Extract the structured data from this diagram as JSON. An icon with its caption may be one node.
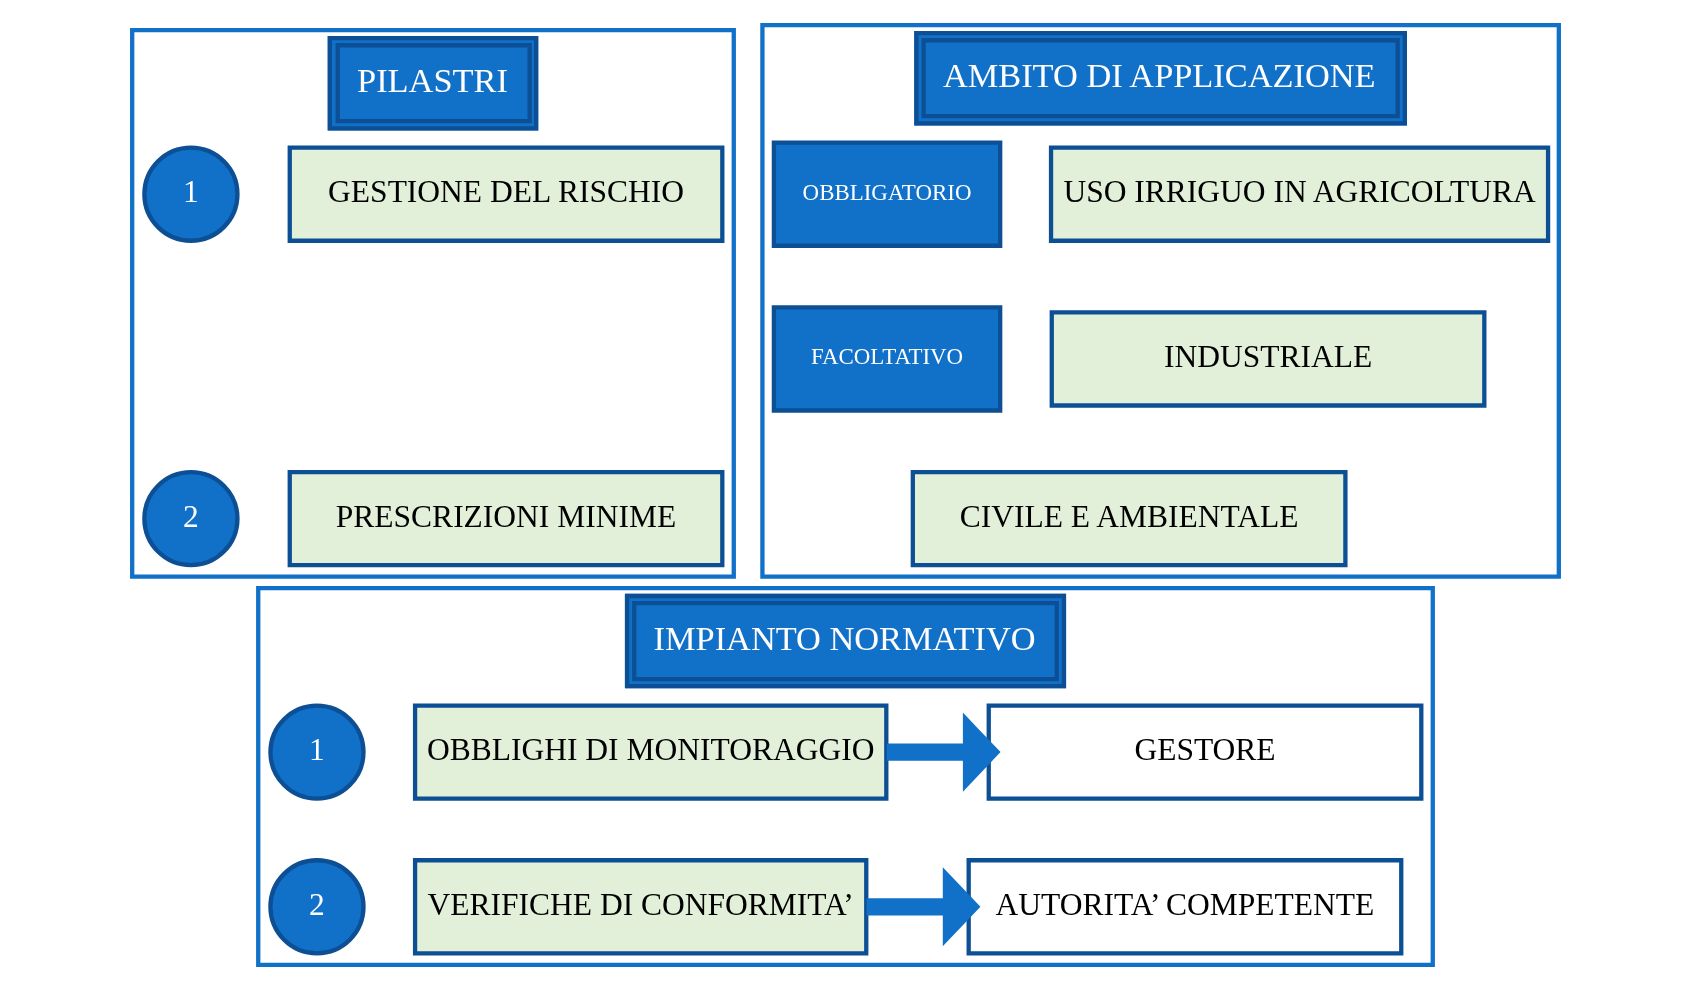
{
  "diagram": {
    "nodes": [
      {
        "text": [
          "PILASTRI"
        ]
      },
      {
        "text": [
          "1"
        ],
        "in": 0
      },
      {
        "text": [
          "GESTIONE DEL RISCHIO"
        ],
        "in": 0
      },
      {
        "text": [
          "2"
        ],
        "in": 0
      },
      {
        "text": [
          "PRESCRIZIONI MINIME"
        ],
        "in": 0
      },
      {
        "text": [
          "AMBITO DI APPLICAZIONE"
        ]
      },
      {
        "text": [
          "OBBLIGATORIO"
        ],
        "in": 5
      },
      {
        "text": [
          "USO IRRIGUO IN AGRICOLTURA"
        ],
        "in": 5
      },
      {
        "text": [
          "FACOLTATIVO"
        ],
        "in": 5
      },
      {
        "text": [
          "INDUSTRIALE"
        ],
        "in": 5
      },
      {
        "text": [
          "CIVILE E AMBIENTALE"
        ],
        "in": 5
      },
      {
        "text": [
          "IMPIANTO NORMATIVO"
        ]
      },
      {
        "text": [
          "1"
        ],
        "in": 11
      },
      {
        "text": [
          "OBBLIGHI DI MONITORAGGIO"
        ],
        "in": 11
      },
      {
        "text": [
          "2"
        ],
        "in": 11
      },
      {
        "text": [
          "VERIFICHE DI CONFORMITA’"
        ],
        "in": 11
      },
      {
        "text": [
          "GESTORE"
        ],
        "in": 11
      },
      {
        "text": [
          "AUTORITA’ COMPETENTE"
        ],
        "in": 11
      }
    ],
    "edges": [
      {
        "from": 13,
        "to": 16,
        "arrow": "to"
      },
      {
        "from": 15,
        "to": 17,
        "arrow": "to"
      }
    ]
  }
}
